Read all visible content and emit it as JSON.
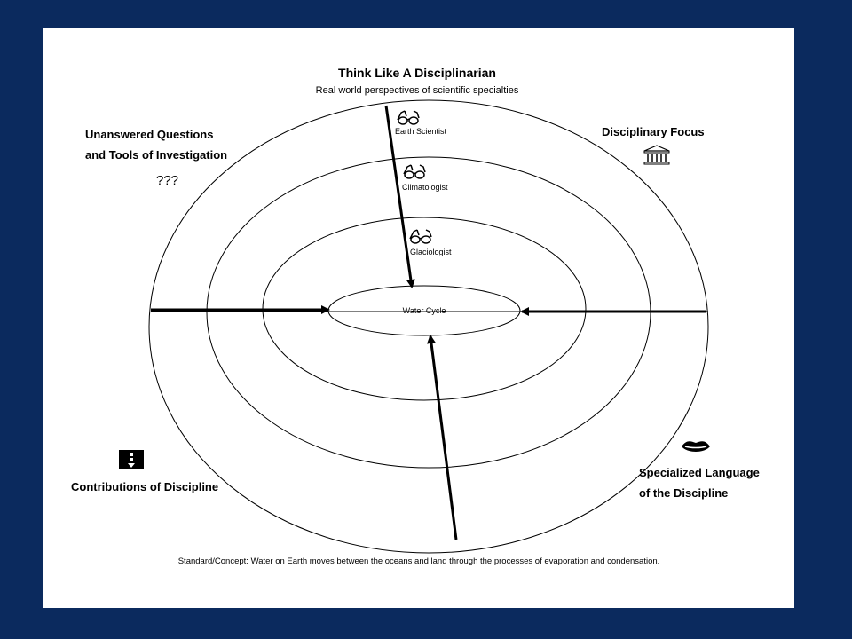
{
  "title": "Think Like A Disciplinarian",
  "subtitle": "Real world perspectives of scientific specialties",
  "rings": {
    "outer": "Earth Scientist",
    "middle": "Climatologist",
    "inner": "Glaciologist",
    "center": "Water Cycle"
  },
  "corners": {
    "top_left_line1": "Unanswered Questions",
    "top_left_line2": "and Tools of Investigation",
    "top_left_symbol": "???",
    "top_right": "Disciplinary Focus",
    "bottom_left": "Contributions of Discipline",
    "bottom_right_line1": "Specialized Language",
    "bottom_right_line2": "of the Discipline"
  },
  "standard": "Standard/Concept: Water on Earth moves between the oceans and land through the processes of evaporation and condensation.",
  "icons": {
    "glasses": "eyeglasses-icon",
    "pillars": "pillars-icon",
    "lips": "lips-icon",
    "stack": "stacked-blocks-icon"
  },
  "colors": {
    "background": "#0b2a5e",
    "slide": "#ffffff",
    "ink": "#000000"
  }
}
